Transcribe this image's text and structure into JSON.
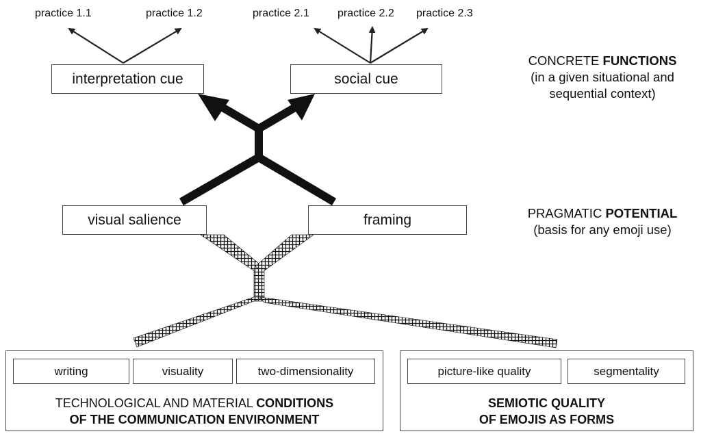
{
  "practices": {
    "p11": "practice 1.1",
    "p12": "practice 1.2",
    "p21": "practice 2.1",
    "p22": "practice 2.2",
    "p23": "practice 2.3"
  },
  "functions": {
    "interpretation_cue": "interpretation cue",
    "social_cue": "social cue"
  },
  "potential": {
    "visual_salience": "visual salience",
    "framing": "framing"
  },
  "conditions": {
    "items": [
      "writing",
      "visuality",
      "two-dimensionality"
    ],
    "caption_line1_plain": "TECHNOLOGICAL AND MATERIAL ",
    "caption_line1_bold": "CONDITIONS",
    "caption_line2_bold": "OF THE COMMUNICATION ENVIRONMENT"
  },
  "semiotic": {
    "items": [
      "picture-like quality",
      "segmentality"
    ],
    "caption_line1_bold": "SEMIOTIC QUALITY",
    "caption_line2_bold": "OF EMOJIS AS FORMS"
  },
  "side_labels": {
    "functions_plain": "CONCRETE ",
    "functions_bold": "FUNCTIONS",
    "functions_sub1": "(in a given situational and",
    "functions_sub2": "sequential context)",
    "potential_plain": "PRAGMATIC ",
    "potential_bold": "POTENTIAL",
    "potential_sub": "(basis for any emoji use)"
  }
}
